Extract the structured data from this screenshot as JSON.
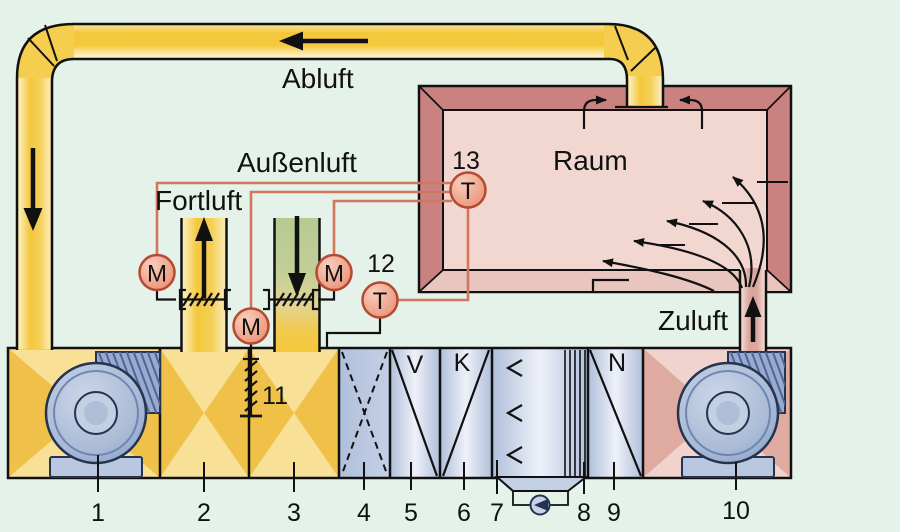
{
  "diagram": {
    "air_labels": {
      "abluft": "Abluft",
      "aussenluft": "Außenluft",
      "fortluft": "Fortluft",
      "raum": "Raum",
      "zuluft": "Zuluft"
    },
    "unit_letters": {
      "v": "V",
      "k": "K",
      "n": "N"
    },
    "devices": {
      "m1": "M",
      "m2": "M",
      "m3": "M",
      "t12": "T",
      "t13": "T"
    },
    "numbers": {
      "c1": "1",
      "c2": "2",
      "c3": "3",
      "c4": "4",
      "c5": "5",
      "c6": "6",
      "c7": "7",
      "c8": "8",
      "c9": "9",
      "c10": "10",
      "c11": "11",
      "c12": "12",
      "c13": "13"
    },
    "colors": {
      "background": "#e5f2e9",
      "duct_gold": "#f4c83d",
      "fresh_air_green": "#b6ca92",
      "room_frame_pink": "#ca8280",
      "room_interior_pink": "#f2d7d1",
      "supply_air_pink": "#dba69c",
      "unit_blue": "#b0bfdb",
      "control_line_salmon": "#d4755d",
      "outline_black": "#111111"
    }
  }
}
